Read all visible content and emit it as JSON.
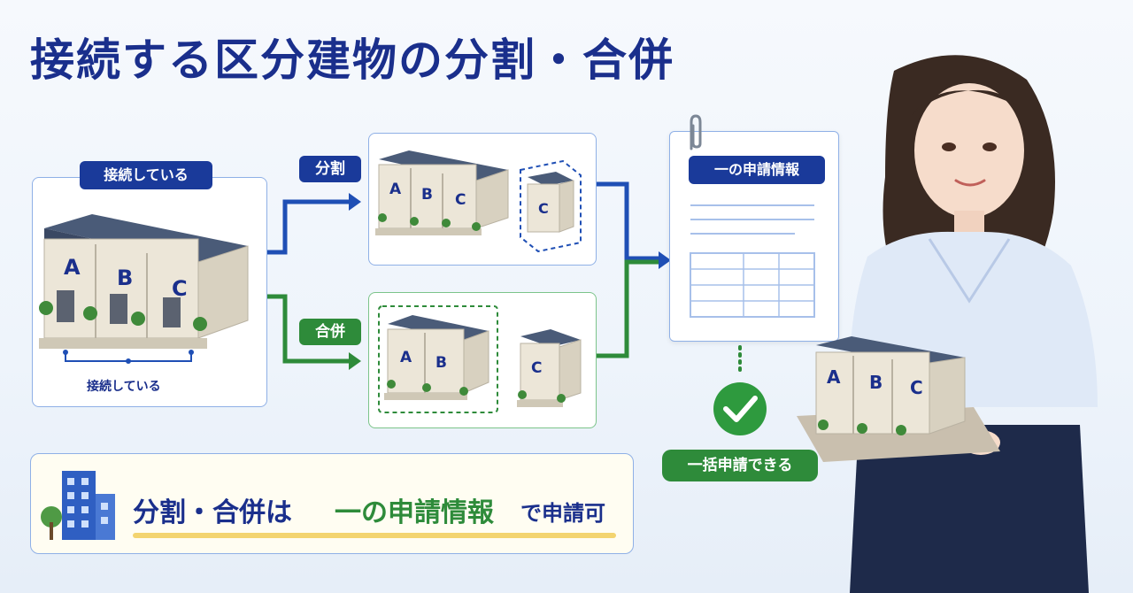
{
  "title": "接続する区分建物の分割・合併",
  "connected": {
    "header_label": "接続している",
    "brace_label": "接続している",
    "units": [
      "A",
      "B",
      "C"
    ]
  },
  "split": {
    "label": "分割",
    "units_group": [
      "A",
      "B",
      "C"
    ],
    "separated_unit": "C"
  },
  "merge": {
    "label": "合併",
    "units_group": [
      "A",
      "B"
    ],
    "separate_unit": "C"
  },
  "document": {
    "header": "一の申請情報"
  },
  "result": {
    "label": "一括申請できる"
  },
  "model": {
    "units": [
      "A",
      "B",
      "C"
    ]
  },
  "bottom": {
    "part1": "分割・合併は",
    "part2": "一の申請情報",
    "part3": "で申請可"
  },
  "colors": {
    "navy": "#1a2f8c",
    "green": "#2e8b3a",
    "blue_arrow": "#1f4fb5",
    "roof": "#4a5b78",
    "wall": "#e8e2d4"
  }
}
